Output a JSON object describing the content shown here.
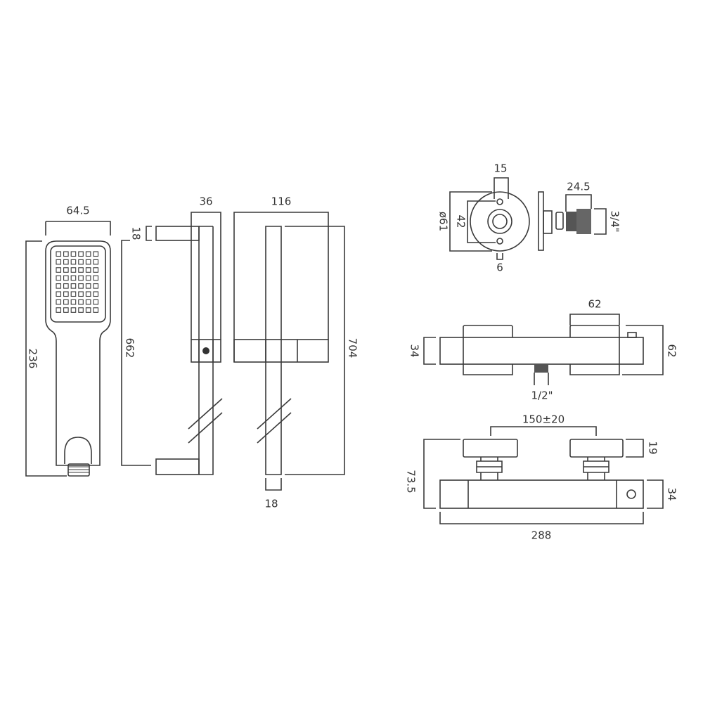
{
  "handset": {
    "width": "64.5",
    "height": "236"
  },
  "riser_side": {
    "depth": "36",
    "bracket": "18",
    "length": "662"
  },
  "riser_front": {
    "width": "116",
    "length": "704",
    "rail": "18"
  },
  "elbow": {
    "hole_spacing_top": "15",
    "diameter": "ø61",
    "centres": "42",
    "hole": "6",
    "thread_length": "24.5",
    "thread": "3/4\""
  },
  "valve_top": {
    "handle_width": "62",
    "body_depth": "34",
    "overall_depth": "62",
    "outlet": "1/2\""
  },
  "valve_front": {
    "centres": "150±20",
    "handle_height": "19",
    "overall_height": "73.5",
    "body_height": "34",
    "length": "288"
  }
}
